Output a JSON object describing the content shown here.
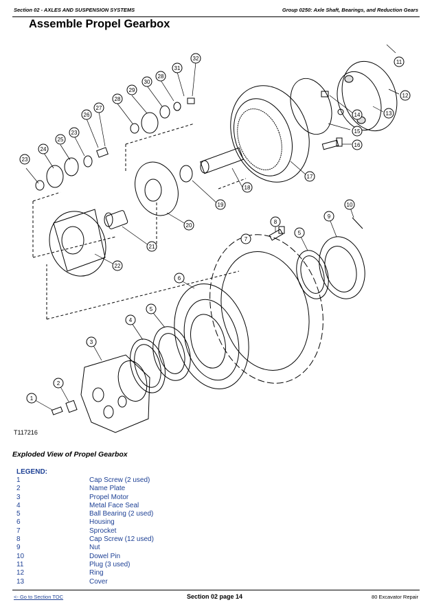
{
  "header": {
    "section": "Section 02 - AXLES AND SUSPENSION SYSTEMS",
    "group": "Group 0250: Axle Shaft, Bearings, and Reduction Gears"
  },
  "title": "Assemble Propel Gearbox",
  "figure": {
    "id": "T117216",
    "callouts": [
      "1",
      "2",
      "3",
      "4",
      "5",
      "6",
      "7",
      "8",
      "9",
      "10",
      "11",
      "12",
      "13",
      "14",
      "15",
      "16",
      "17",
      "18",
      "19",
      "20",
      "21",
      "22",
      "23",
      "24",
      "25",
      "26",
      "27",
      "28",
      "29",
      "30",
      "31",
      "32"
    ]
  },
  "caption": "Exploded View of Propel Gearbox",
  "legend": {
    "heading": "LEGEND:",
    "items": [
      {
        "num": "1",
        "text": "Cap Screw (2 used)"
      },
      {
        "num": "2",
        "text": "Name Plate"
      },
      {
        "num": "3",
        "text": "Propel Motor"
      },
      {
        "num": "4",
        "text": "Metal Face Seal"
      },
      {
        "num": "5",
        "text": "Ball Bearing (2 used)"
      },
      {
        "num": "6",
        "text": "Housing"
      },
      {
        "num": "7",
        "text": "Sprocket"
      },
      {
        "num": "8",
        "text": "Cap Screw (12 used)"
      },
      {
        "num": "9",
        "text": "Nut"
      },
      {
        "num": "10",
        "text": "Dowel Pin"
      },
      {
        "num": "11",
        "text": "Plug (3 used)"
      },
      {
        "num": "12",
        "text": "Ring"
      },
      {
        "num": "13",
        "text": "Cover"
      }
    ]
  },
  "footer": {
    "toc_link": "<- Go to Section TOC",
    "page": "Section 02 page 14",
    "doc": "80 Excavator Repair"
  },
  "colors": {
    "legend_text": "#1c3f94",
    "link": "#1c3f94"
  }
}
